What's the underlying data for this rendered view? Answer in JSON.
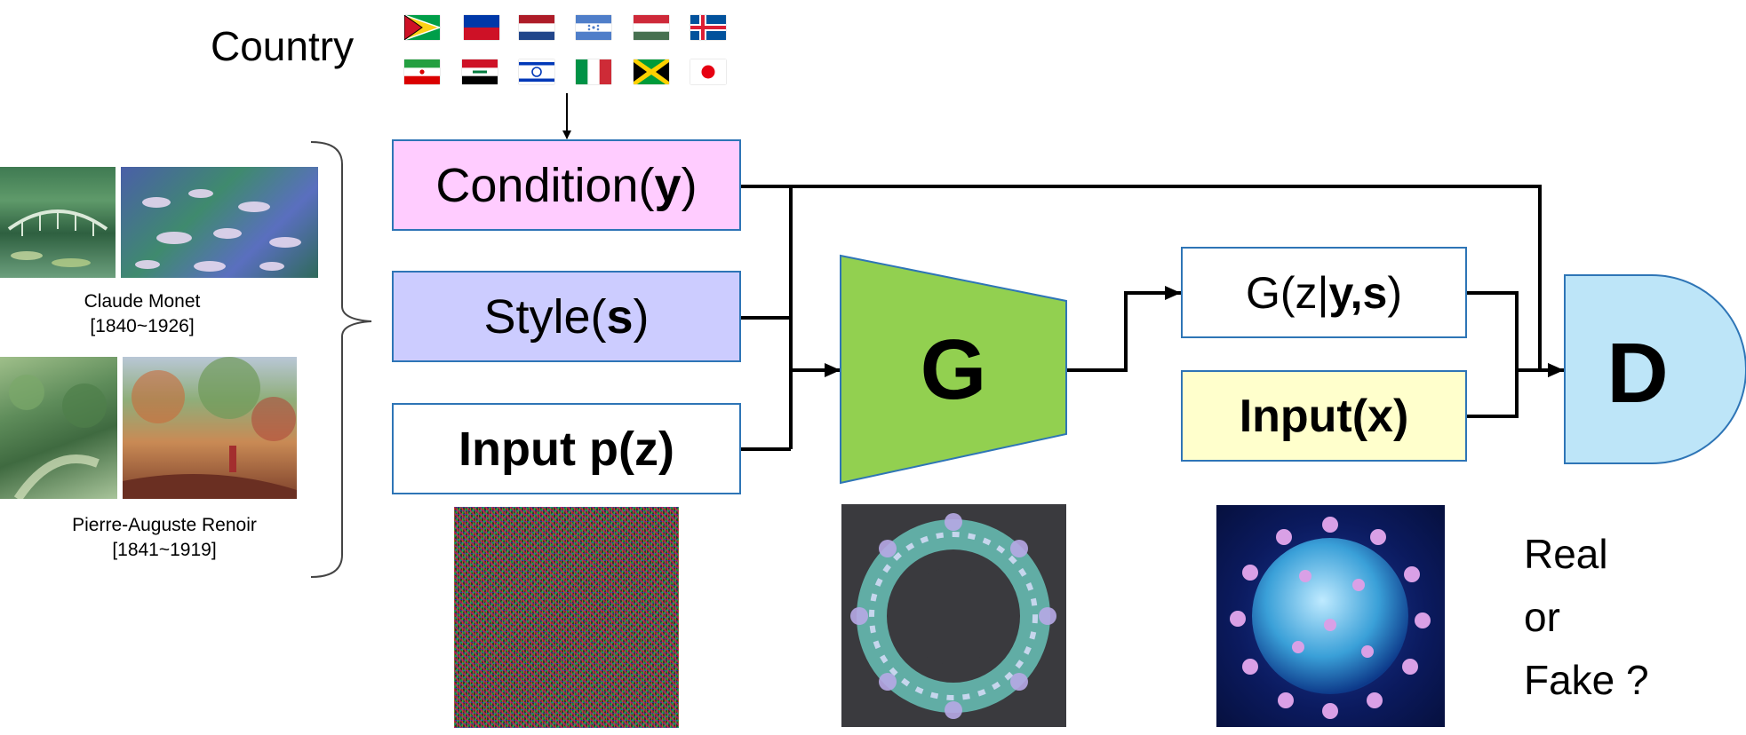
{
  "country": {
    "title": "Country",
    "flags": [
      "guyana-flag",
      "philippines-flag",
      "netherlands-flag",
      "honduras-flag",
      "hungary-flag",
      "iceland-flag",
      "iran-flag",
      "iraq-flag",
      "israel-flag",
      "italy-flag",
      "jamaica-flag",
      "japan-flag"
    ]
  },
  "painters": [
    {
      "name": "Claude Monet",
      "years": "[1840~1926]"
    },
    {
      "name": "Pierre-Auguste Renoir",
      "years": "[1841~1919]"
    }
  ],
  "inputs": {
    "condition": {
      "prefix": "Condition(",
      "var": "y",
      "suffix": ")",
      "color": "#ffccff"
    },
    "style": {
      "prefix": "Style(",
      "var": "s",
      "suffix": ")",
      "color": "#ccccff"
    },
    "noise": {
      "label": "Input p(z)",
      "color": "#ffffff"
    }
  },
  "generator": {
    "label": "G",
    "color": "#92d050"
  },
  "generated": {
    "prefix": "G(z|",
    "var": "y,s",
    "suffix": ")"
  },
  "real_input": {
    "label": "Input(x)",
    "color": "#ffffcc"
  },
  "discriminator": {
    "label": "D",
    "color": "#bde5f8"
  },
  "question": {
    "line1": "Real",
    "line2": "or",
    "line3": "Fake ?"
  }
}
